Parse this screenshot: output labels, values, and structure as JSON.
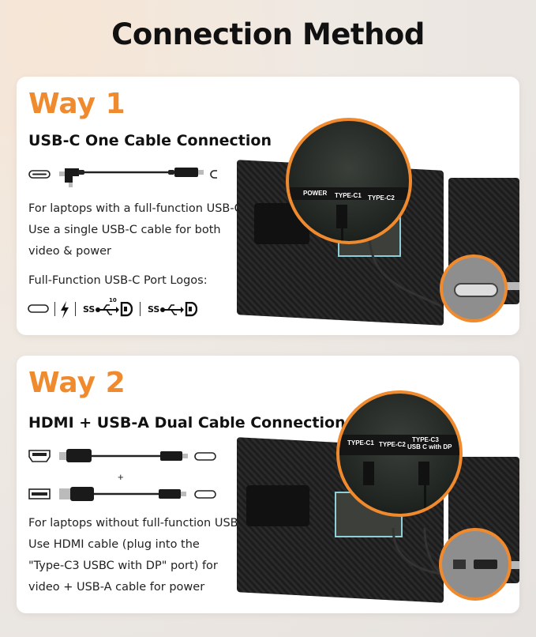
{
  "title": "Connection Method",
  "way1": {
    "heading": "Way 1",
    "subtitle": "USB-C One Cable Connection",
    "description": [
      "For laptops with a full-function USB-C",
      "Use a single USB-C cable for both",
      "video & power"
    ],
    "logos_label": "Full-Function USB-C Port Logos:",
    "logo_ss": "SS",
    "logo_ss10": "10",
    "port_labels": [
      "POWER",
      "TYPE-C1",
      "TYPE-C2"
    ]
  },
  "way2": {
    "heading": "Way 2",
    "subtitle": "HDMI + USB-A Dual Cable Connection",
    "plus": "+",
    "description": [
      "For laptops without full-function USB-C",
      "Use HDMI cable (plug into the",
      "\"Type-C3 USBC with DP\" port) for",
      "video + USB-A cable for power"
    ],
    "port_labels": [
      "TYPE-C1",
      "TYPE-C2",
      "TYPE-C3",
      "USB C with DP"
    ]
  },
  "colors": {
    "accent": "#f08a2e",
    "card": "#ffffff",
    "text": "#111111"
  },
  "icons": [
    "usb-c-port-icon",
    "usb-c-cable-icon",
    "thunderbolt-icon",
    "usb-trident-icon",
    "displayport-icon",
    "hdmi-port-icon",
    "hdmi-cable-icon",
    "usb-a-port-icon",
    "usb-a-cable-icon"
  ]
}
